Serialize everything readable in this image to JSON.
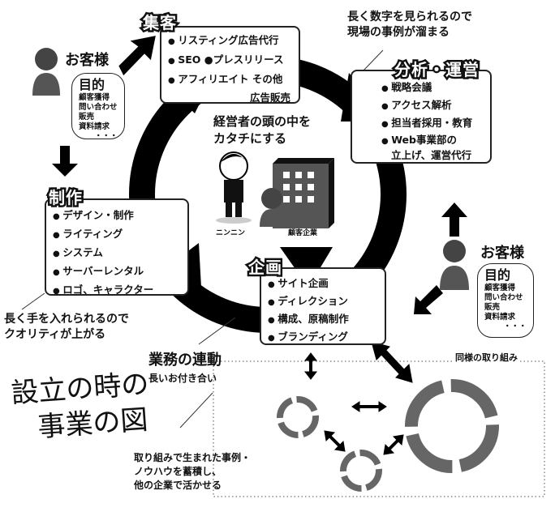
{
  "center": {
    "line1": "経営者の頭の中を",
    "line2": "カタチにする",
    "character_label": "ニンニン",
    "company_label": "顧客企業"
  },
  "boxes": {
    "shukyaku": {
      "title": "集客",
      "items": [
        "リスティング広告代行",
        "SEO ●プレスリリース",
        "アフィリエイト その他"
      ],
      "extra": "広告販売"
    },
    "bunseki": {
      "title": "分析・運営",
      "items": [
        "戦略会議",
        "アクセス解析",
        "担当者採用・教育",
        "Web事業部の"
      ],
      "extra": "立上げ、運営代行"
    },
    "seisaku": {
      "title": "制作",
      "items": [
        "デザイン・制作",
        "ライティング",
        "システム",
        "サーバーレンタル",
        "ロゴ、キャラクター"
      ]
    },
    "kikaku": {
      "title": "企画",
      "items": [
        "サイト企画",
        "ディレクション",
        "構成、原稿制作",
        "ブランディング"
      ]
    }
  },
  "customers": [
    {
      "label": "お客様",
      "bubble_title": "目的",
      "bubble_items": [
        "顧客獲得",
        "問い合わせ",
        "販売",
        "資料請求",
        "・・・"
      ]
    },
    {
      "label": "お客様",
      "bubble_title": "目的",
      "bubble_items": [
        "顧客獲得",
        "問い合わせ",
        "販売",
        "資料請求",
        "・・・"
      ]
    }
  ],
  "notes": {
    "analysis": [
      "長く数字を見られるので",
      "現場の事例が溜まる"
    ],
    "production": [
      "長く手を入れられるので",
      "クオリティが上がる"
    ],
    "linkage_title": "業務の連動",
    "linkage_sub": "長いお付き合い",
    "accumulate": [
      "取り組みで生まれた事例・",
      "ノウハウを蓄積し、",
      "他の企業で活かせる"
    ],
    "similar": "同様の取り組み"
  },
  "handwritten": [
    "設立の時の",
    "事業の図"
  ]
}
